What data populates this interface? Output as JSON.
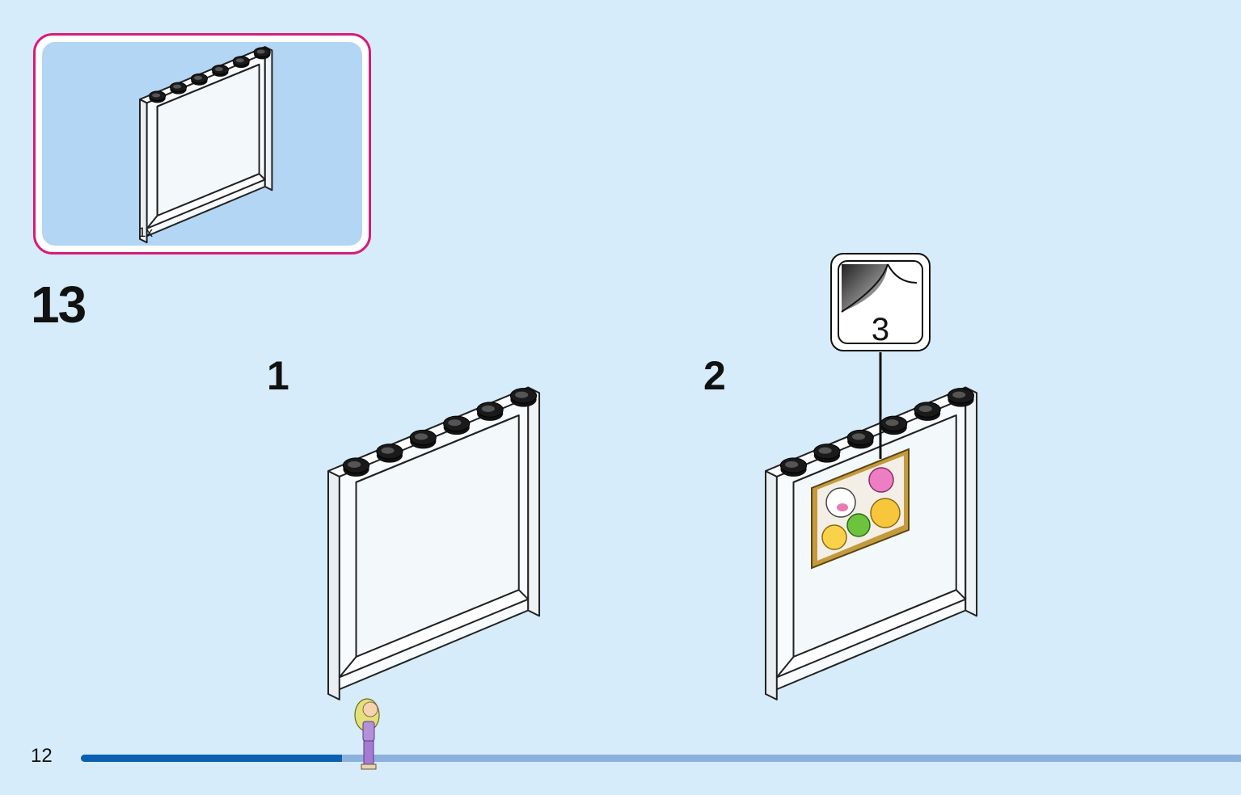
{
  "page": {
    "number": "12"
  },
  "step": {
    "number": "13"
  },
  "parts_list": {
    "items": [
      {
        "icon": "wall-panel-1x6x5-white",
        "quantity": "1x"
      }
    ]
  },
  "sub_steps": [
    {
      "label": "1"
    },
    {
      "label": "2"
    }
  ],
  "sticker": {
    "number": "3",
    "icon": "sticker-peel-icon"
  },
  "progress": {
    "fraction": 0.225
  },
  "colors": {
    "background": "#d6ecfa",
    "parts_box_border": "#d81b78",
    "parts_box_fill": "#b2d6f4",
    "progress_fill": "#0a60b0",
    "progress_track": "#8cb1dc"
  }
}
